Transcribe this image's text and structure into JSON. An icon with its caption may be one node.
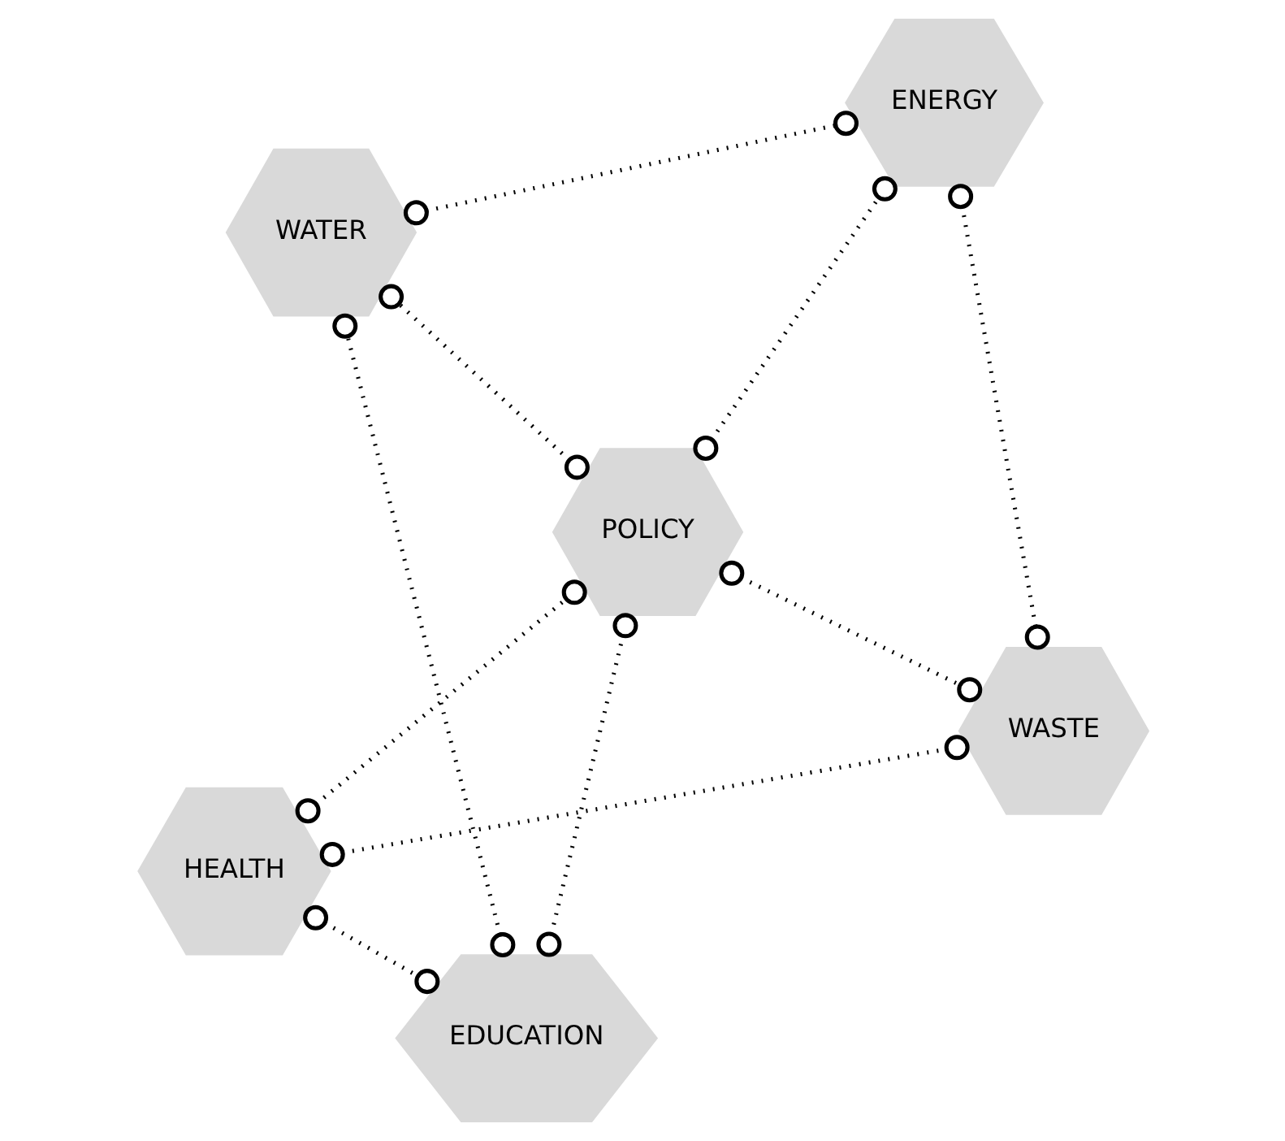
{
  "diagram": {
    "nodes": [
      {
        "text": [
          "HEALTH"
        ]
      },
      {
        "text": [
          "WASTE"
        ]
      },
      {
        "text": [
          "EDUCATION"
        ]
      },
      {
        "text": [
          "POLICY"
        ]
      },
      {
        "text": [
          "ENERGY"
        ]
      },
      {
        "text": [
          "WATER"
        ]
      }
    ],
    "edges": [
      {
        "from": 0,
        "to": 2,
        "arrow": "other",
        "style": "dashed"
      },
      {
        "from": 0,
        "to": 1,
        "arrow": "other",
        "style": "dashed"
      },
      {
        "from": 0,
        "to": 3,
        "arrow": "other",
        "style": "dashed"
      },
      {
        "from": 3,
        "to": 1,
        "arrow": "other",
        "style": "dashed"
      },
      {
        "from": 1,
        "to": 4,
        "arrow": "other",
        "style": "dashed"
      },
      {
        "from": 2,
        "to": 3,
        "arrow": "other",
        "style": "dashed"
      },
      {
        "from": 2,
        "to": 5,
        "arrow": "other",
        "style": "dashed"
      },
      {
        "from": 3,
        "to": 5,
        "arrow": "other",
        "style": "dashed"
      },
      {
        "from": 3,
        "to": 4,
        "arrow": "other",
        "style": "dashed"
      },
      {
        "from": 5,
        "to": 4,
        "arrow": "other",
        "style": "dashed"
      }
    ]
  }
}
